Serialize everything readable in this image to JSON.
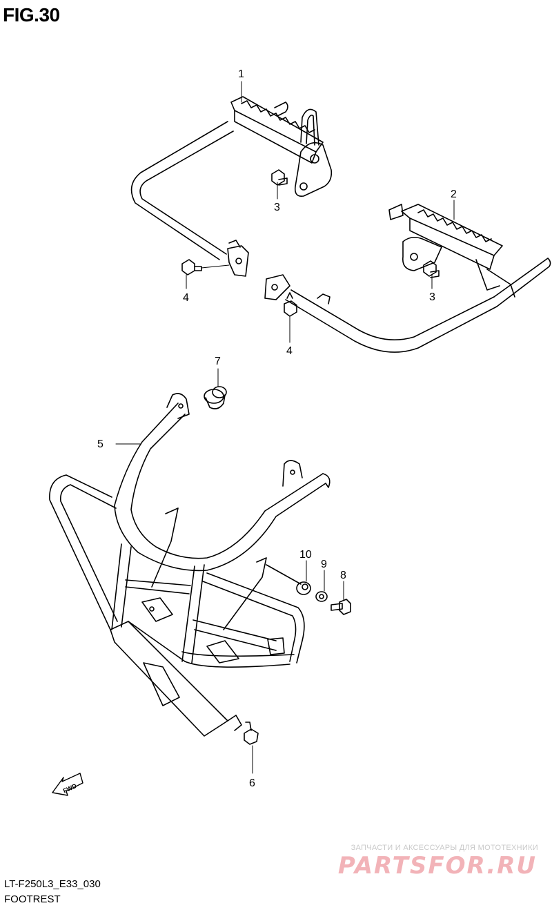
{
  "figure": {
    "title": "FIG.30"
  },
  "callouts": {
    "p1": "1",
    "p2": "2",
    "p3a": "3",
    "p3b": "3",
    "p4a": "4",
    "p4b": "4",
    "p5": "5",
    "p6": "6",
    "p7": "7",
    "p8": "8",
    "p9": "9",
    "p10": "10"
  },
  "fwd": {
    "label": "FWD"
  },
  "footer": {
    "code": "LT-F250L3_E33_030",
    "caption": "FOOTREST"
  },
  "watermark": {
    "subtitle": "ЗАПЧАСТИ И АКСЕССУАРЫ ДЛЯ МОТОТЕХНИКИ",
    "logo": "PARTSFOR.RU"
  },
  "colors": {
    "line": "#000000",
    "background": "#ffffff",
    "watermark": "#f2b3b8"
  }
}
